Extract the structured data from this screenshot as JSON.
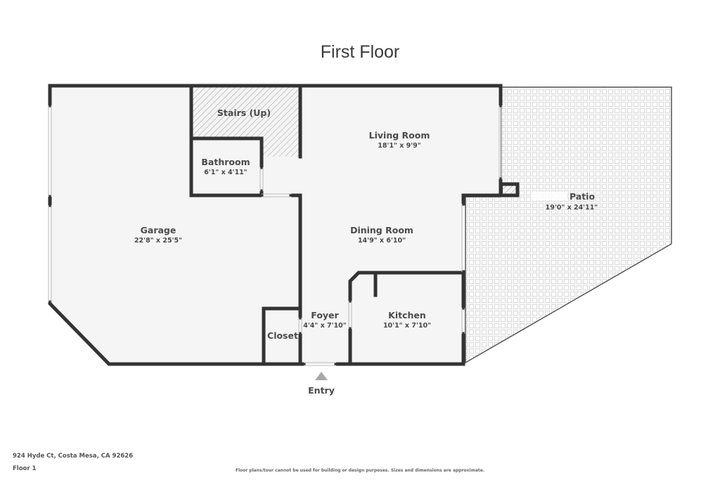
{
  "header": {
    "title": "First Floor"
  },
  "rooms": {
    "stairs": {
      "name": "Stairs (Up)",
      "dims": ""
    },
    "bathroom": {
      "name": "Bathroom",
      "dims": "6'1\" x 4'11\""
    },
    "living": {
      "name": "Living Room",
      "dims": "18'1\" x 9'9\""
    },
    "patio": {
      "name": "Patio",
      "dims": "19'0\" x 24'11\""
    },
    "garage": {
      "name": "Garage",
      "dims": "22'8\" x 25'5\""
    },
    "dining": {
      "name": "Dining Room",
      "dims": "14'9\" x 6'10\""
    },
    "foyer": {
      "name": "Foyer",
      "dims": "4'4\" x 7'10\""
    },
    "kitchen": {
      "name": "Kitchen",
      "dims": "10'1\" x 7'10\""
    },
    "closet": {
      "name": "Closet",
      "dims": ""
    }
  },
  "entry": {
    "label": "Entry",
    "icon": "triangle-up-icon"
  },
  "footer": {
    "address": "924 Hyde Ct, Costa Mesa, CA 92626",
    "floor": "Floor 1",
    "disclaimer": "Floor plans/tour cannot be used for building or design purposes. Sizes and dimensions are approximate."
  },
  "colors": {
    "wall": "#333333",
    "floor": "#f5f5f5",
    "patio_tile": "#e2e2e2",
    "hatch": "#9a9a9a",
    "text": "#4a4a4a"
  }
}
